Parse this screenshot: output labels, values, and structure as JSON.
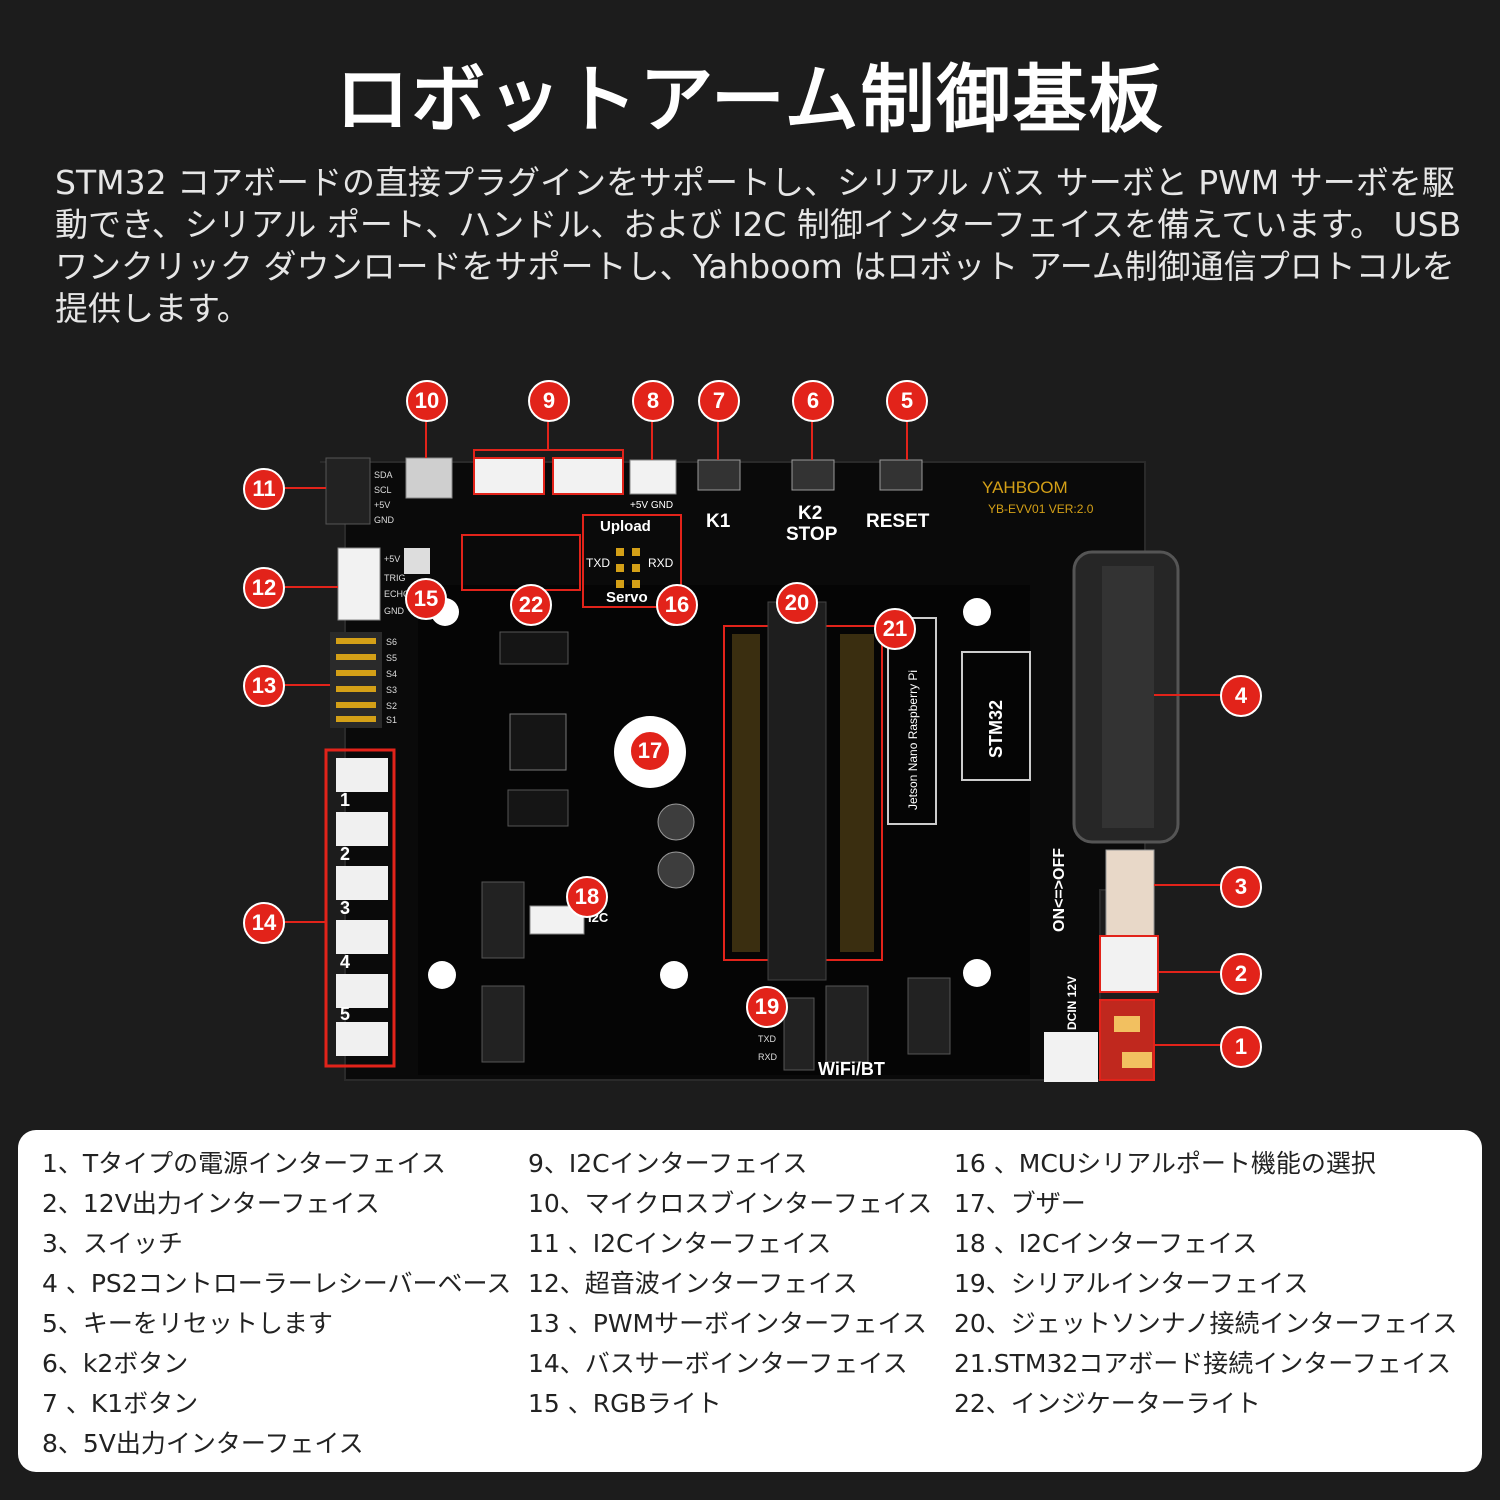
{
  "header": {
    "title": "ロボットアーム制御基板",
    "description": "STM32 コアボードの直接プラグインをサポートし、シリアル バス サーボと PWM サーボを駆動でき、シリアル ポート、ハンドル、および I2C 制御インターフェイスを備えています。 USB ワンクリック ダウンロードをサポートし、Yahboom はロボット アーム制御通信プロトコルを提供します。"
  },
  "board": {
    "brand": "YAHBOOM",
    "version": "YB-EVV01 VER:2.0",
    "k1": "K1",
    "k2": "K2",
    "stop": "STOP",
    "reset": "RESET",
    "upload": "Upload",
    "servo": "Servo",
    "txd": "TXD",
    "rxd": "RXD",
    "stm32": "STM32",
    "jetson": "Jetson Nano Raspberry Pi",
    "wifi_bt": "WiFi/BT",
    "i2c": "I2C",
    "on_off": "ON<=>OFF",
    "dcin": "DCIN 12V",
    "plus5v_gnd": "+5V GND",
    "i2c_pins": [
      "SDA",
      "SCL",
      "+5V",
      "GND"
    ],
    "pwm_pins": [
      "S6",
      "S5",
      "S4",
      "S3",
      "S2",
      "S1"
    ],
    "ultra_pins": [
      "+5V",
      "TRIG",
      "ECHO",
      "GND"
    ],
    "bus_labels": [
      "1",
      "2",
      "3",
      "4",
      "5"
    ],
    "serial_pins": [
      "TXD",
      "RXD"
    ]
  },
  "callouts": [
    "1",
    "2",
    "3",
    "4",
    "5",
    "6",
    "7",
    "8",
    "9",
    "10",
    "11",
    "12",
    "13",
    "14",
    "15",
    "16",
    "17",
    "18",
    "19",
    "20",
    "21",
    "22"
  ],
  "legend": {
    "col1": [
      "1、Tタイプの電源インターフェイス",
      "2、12V出力インターフェイス",
      "3、スイッチ",
      "4 、PS2コントローラーレシーバーベース",
      "5、キーをリセットします",
      "6、k2ボタン",
      "7 、K1ボタン",
      "8、5V出力インターフェイス"
    ],
    "col2": [
      "9、I2Cインターフェイス",
      "10、マイクロスブインターフェイス",
      "11 、I2Cインターフェイス",
      "12、超音波インターフェイス",
      "13 、PWMサーボインターフェイス",
      "14、バスサーボインターフェイス",
      "15 、RGBライト"
    ],
    "col3": [
      "16 、MCUシリアルポート機能の選択",
      "17、ブザー",
      "18 、I2Cインターフェイス",
      "19、シリアルインターフェイス",
      "20、ジェットソンナノ接続インターフェイス",
      "21.STM32コアボード接続インターフェイス",
      "22、インジケーターライト"
    ]
  },
  "colors": {
    "background": "#1c1c1c",
    "callout": "#e2231a",
    "board": "#0a0a0a"
  }
}
